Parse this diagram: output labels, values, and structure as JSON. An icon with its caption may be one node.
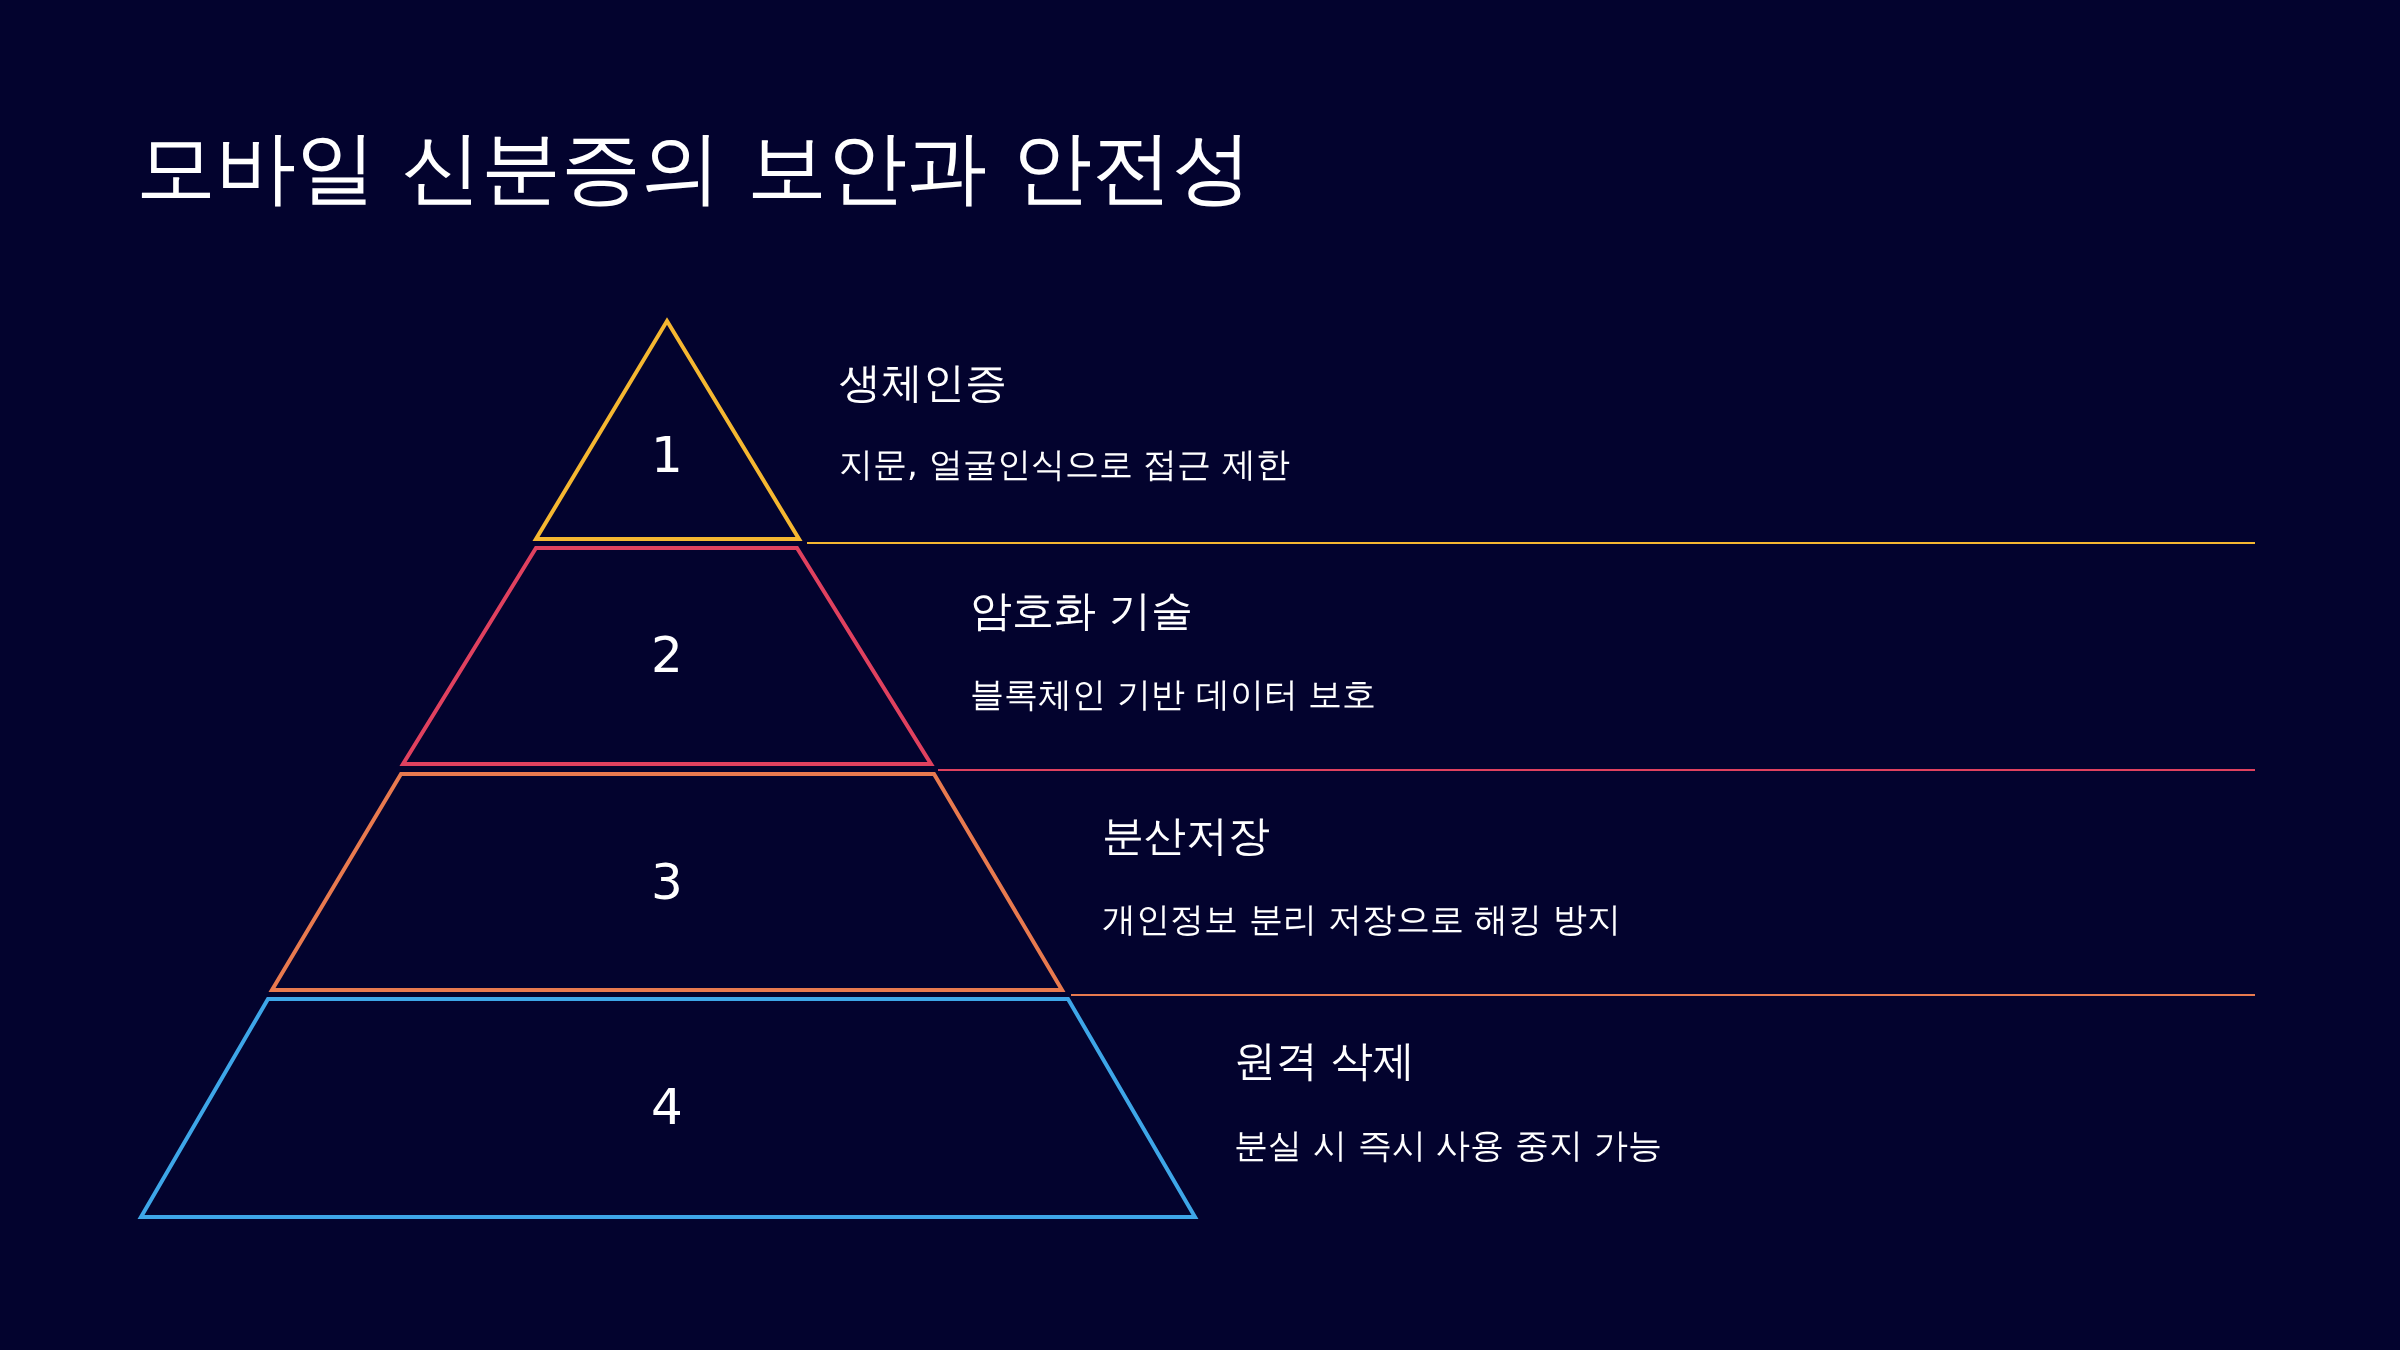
{
  "diagram": {
    "title": "모바일 신분증의 보안과 안전성",
    "nodes": [
      {
        "text": [
          "1"
        ],
        "beside": [
          "생체인증",
          "지문, 얼굴인식으로 접근 제한"
        ]
      },
      {
        "text": [
          "2"
        ],
        "beside": [
          "암호화 기술",
          "블록체인 기반 데이터 보호"
        ]
      },
      {
        "text": [
          "3"
        ],
        "beside": [
          "분산저장",
          "개인정보 분리 저장으로 해킹 방지"
        ]
      },
      {
        "text": [
          "4"
        ],
        "beside": [
          "원격 삭제",
          "분실 시 즉시 사용 중지 가능"
        ]
      }
    ]
  }
}
